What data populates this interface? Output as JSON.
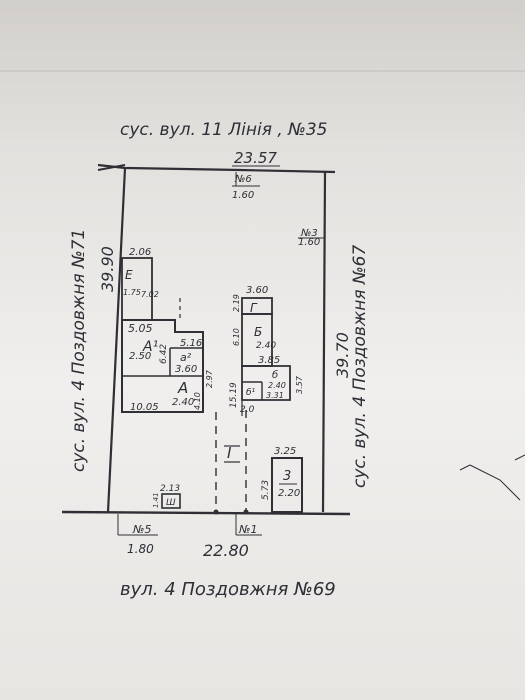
{
  "top_label": "сус. вул. 11 Лінія , №35",
  "left_label": "сус. вул. 4 Поздовжня №71",
  "right_label": "сус. вул. 4 Поздовжня №67",
  "bottom_label": "вул. 4 Поздовжня №69",
  "dims": {
    "top_width": "23.57",
    "bottom_width": "22.80",
    "left_length": "39.90",
    "right_length": "39.70",
    "bottom_left_offset": "1.80"
  },
  "markers": {
    "n6": "№6",
    "n6_val": "1.60",
    "n3": "№3",
    "n3_val": "1.60",
    "n5": "№5",
    "n1": "№1"
  },
  "buildings": {
    "E": {
      "letter": "Е",
      "w": "2.06",
      "h1": "1.75",
      "h2": "7.02"
    },
    "A1": {
      "letter": "А¹",
      "top": "5.05",
      "v": "2.50",
      "h": "6.42"
    },
    "a2": {
      "letter": "а²",
      "top": "5.16",
      "v": "3.60"
    },
    "A": {
      "letter": "А",
      "bottom": "10.05",
      "v": "2.40",
      "h1": "4.10",
      "h2": "2.97"
    },
    "G": {
      "letter": "Г",
      "top": "3.60",
      "side": "2.19"
    },
    "B": {
      "letter": "Б",
      "v": "2.40",
      "side": "6.10"
    },
    "b": {
      "letter": "б",
      "top": "3.85",
      "v": "2.40",
      "side": "3.57"
    },
    "b1": {
      "letter": "б¹",
      "v": "3.31"
    },
    "path": {
      "a": "15.19",
      "b": "2.0"
    },
    "yard": "I",
    "three": {
      "letter": "3",
      "top": "3.25",
      "v": "2.20",
      "side": "5.73"
    },
    "toilet": {
      "letter": "Ш",
      "top": "2.13",
      "side": "1.41"
    }
  }
}
